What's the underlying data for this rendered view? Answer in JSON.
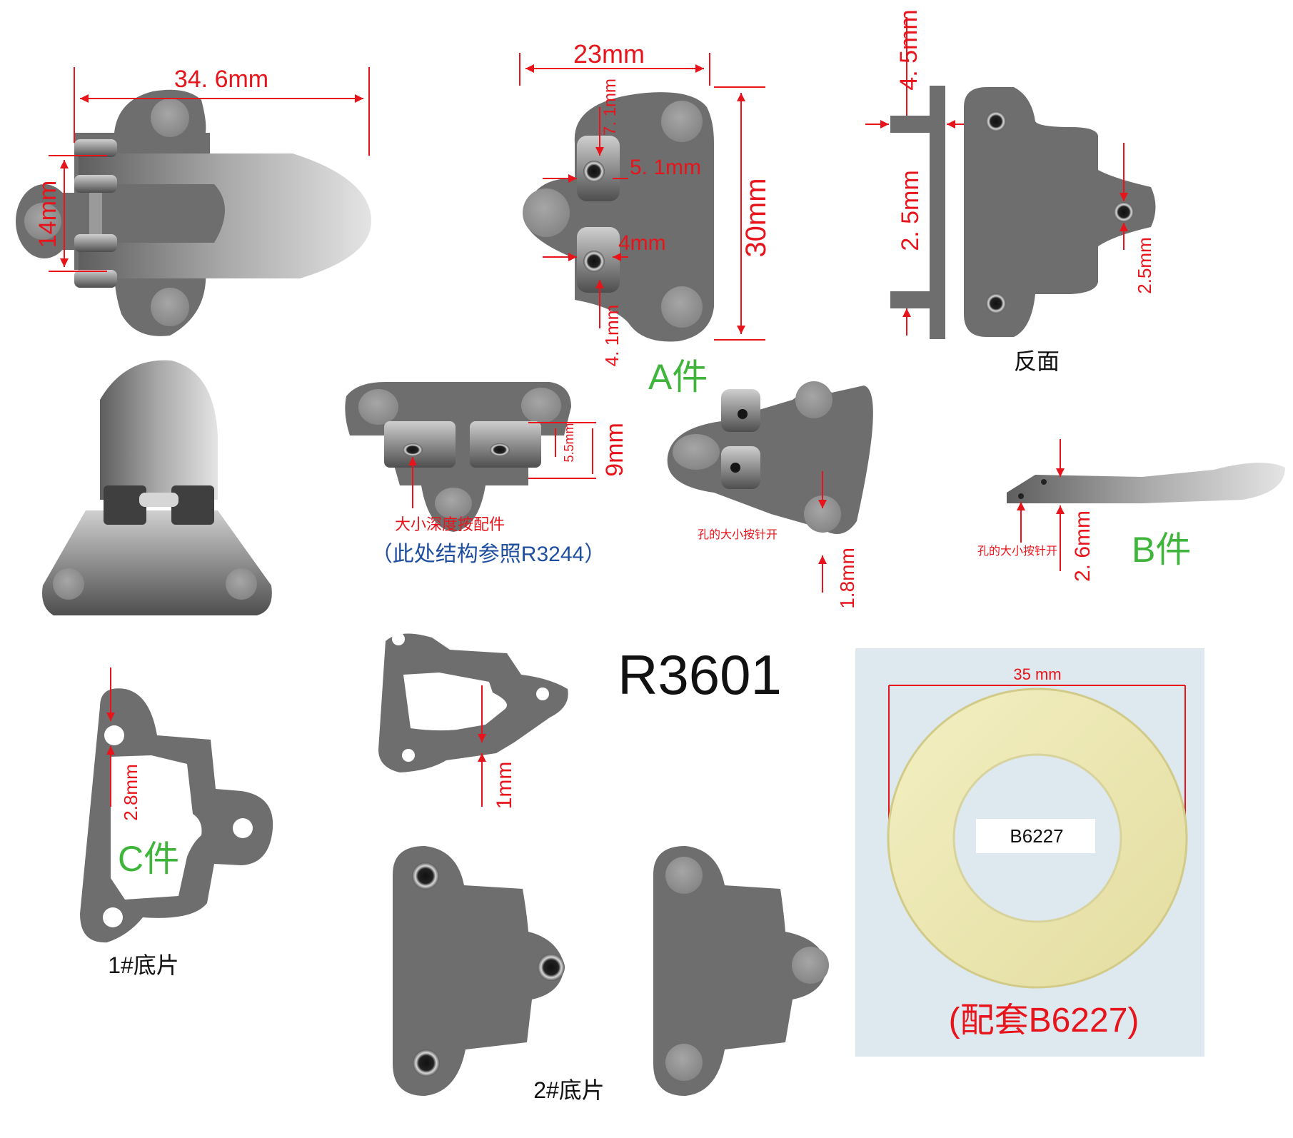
{
  "model_code": "R3601",
  "parts": {
    "a_part": "A件",
    "b_part": "B件",
    "c_part": "C件",
    "back_side": "反面",
    "base_1": "1#底片",
    "base_2": "2#底片"
  },
  "notes": {
    "size_depth": "大小深度按配件",
    "structure_ref": "（此处结构参照R3244）",
    "hole_size_a": "孔的大小按针开",
    "hole_size_b": "孔的大小按针开",
    "ring_match": "(配套B6227)"
  },
  "ring": {
    "code": "B6227",
    "width": "35 mm"
  },
  "dimensions": {
    "hook_length": "34. 6mm",
    "hook_height": "14mm",
    "a_width": "23mm",
    "a_height": "30mm",
    "a_top_offset": "7. 1mm",
    "a_tab_width": "5. 1mm",
    "a_tab_small": "4mm",
    "a_bottom_offset": "4. 1mm",
    "side_top": "4. 5mm",
    "side_gap": "2. 5mm",
    "back_hole": "2.5mm",
    "tab_small": "5.5mm",
    "tab_large": "9mm",
    "a_thickness": "1.8mm",
    "b_thickness": "2. 6mm",
    "c_hole_offset": "2.8mm",
    "plate_thickness": "1mm"
  },
  "colors": {
    "metal": "#6e6e6e",
    "dimension": "#e8141b",
    "part_label": "#3fb53c",
    "reference": "#1f4fa0",
    "ring": "#ece7b0",
    "ring_panel": "#dde9ee"
  }
}
